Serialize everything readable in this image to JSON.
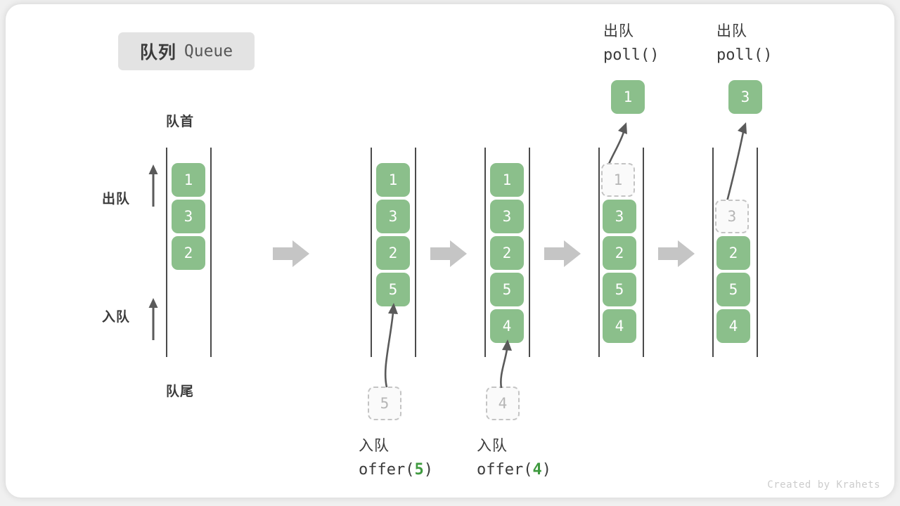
{
  "title": {
    "cn": "队列",
    "en": "Queue"
  },
  "labels": {
    "head": "队首",
    "tail": "队尾",
    "dequeue": "出队",
    "enqueue": "入队"
  },
  "credit": "Created by Krahets",
  "colors": {
    "cell_fill": "#8bbf8b",
    "cell_text": "#ffffff",
    "ghost_fill": "#fafafa",
    "ghost_border": "#c4c4c4",
    "ghost_text": "#b6b6b6",
    "rail": "#4a4a4a",
    "arrow_gray": "#c5c5c5",
    "motion_arrow": "#5a5a5a",
    "accent_green": "#3f9a3f",
    "chip_bg": "#e3e3e3",
    "card_bg": "#ffffff",
    "page_bg": "#f0f0f0"
  },
  "steps": [
    {
      "id": "initial",
      "cells": [
        {
          "value": "1",
          "state": "filled"
        },
        {
          "value": "3",
          "state": "filled"
        },
        {
          "value": "2",
          "state": "filled"
        }
      ],
      "incoming": null,
      "popped": null,
      "op_cn": "",
      "op_code": "",
      "op_arg": ""
    },
    {
      "id": "offer-5",
      "cells": [
        {
          "value": "1",
          "state": "filled"
        },
        {
          "value": "3",
          "state": "filled"
        },
        {
          "value": "2",
          "state": "filled"
        },
        {
          "value": "5",
          "state": "filled"
        }
      ],
      "incoming": {
        "value": "5",
        "state": "ghost"
      },
      "popped": null,
      "op_cn": "入队",
      "op_code_prefix": "offer(",
      "op_arg": "5",
      "op_code_suffix": ")"
    },
    {
      "id": "offer-4",
      "cells": [
        {
          "value": "1",
          "state": "filled"
        },
        {
          "value": "3",
          "state": "filled"
        },
        {
          "value": "2",
          "state": "filled"
        },
        {
          "value": "5",
          "state": "filled"
        },
        {
          "value": "4",
          "state": "filled"
        }
      ],
      "incoming": {
        "value": "4",
        "state": "ghost"
      },
      "popped": null,
      "op_cn": "入队",
      "op_code_prefix": "offer(",
      "op_arg": "4",
      "op_code_suffix": ")"
    },
    {
      "id": "poll-1",
      "cells": [
        {
          "value": "1",
          "state": "ghost"
        },
        {
          "value": "3",
          "state": "filled"
        },
        {
          "value": "2",
          "state": "filled"
        },
        {
          "value": "5",
          "state": "filled"
        },
        {
          "value": "4",
          "state": "filled"
        }
      ],
      "incoming": null,
      "popped": {
        "value": "1",
        "state": "filled"
      },
      "op_cn": "出队",
      "op_code_prefix": "poll(",
      "op_arg": "",
      "op_code_suffix": ")"
    },
    {
      "id": "poll-3",
      "cells": [
        {
          "value": "3",
          "state": "ghost"
        },
        {
          "value": "2",
          "state": "filled"
        },
        {
          "value": "5",
          "state": "filled"
        },
        {
          "value": "4",
          "state": "filled"
        }
      ],
      "incoming": null,
      "popped": {
        "value": "3",
        "state": "filled"
      },
      "op_cn": "出队",
      "op_code_prefix": "poll(",
      "op_arg": "",
      "op_code_suffix": ")"
    }
  ]
}
